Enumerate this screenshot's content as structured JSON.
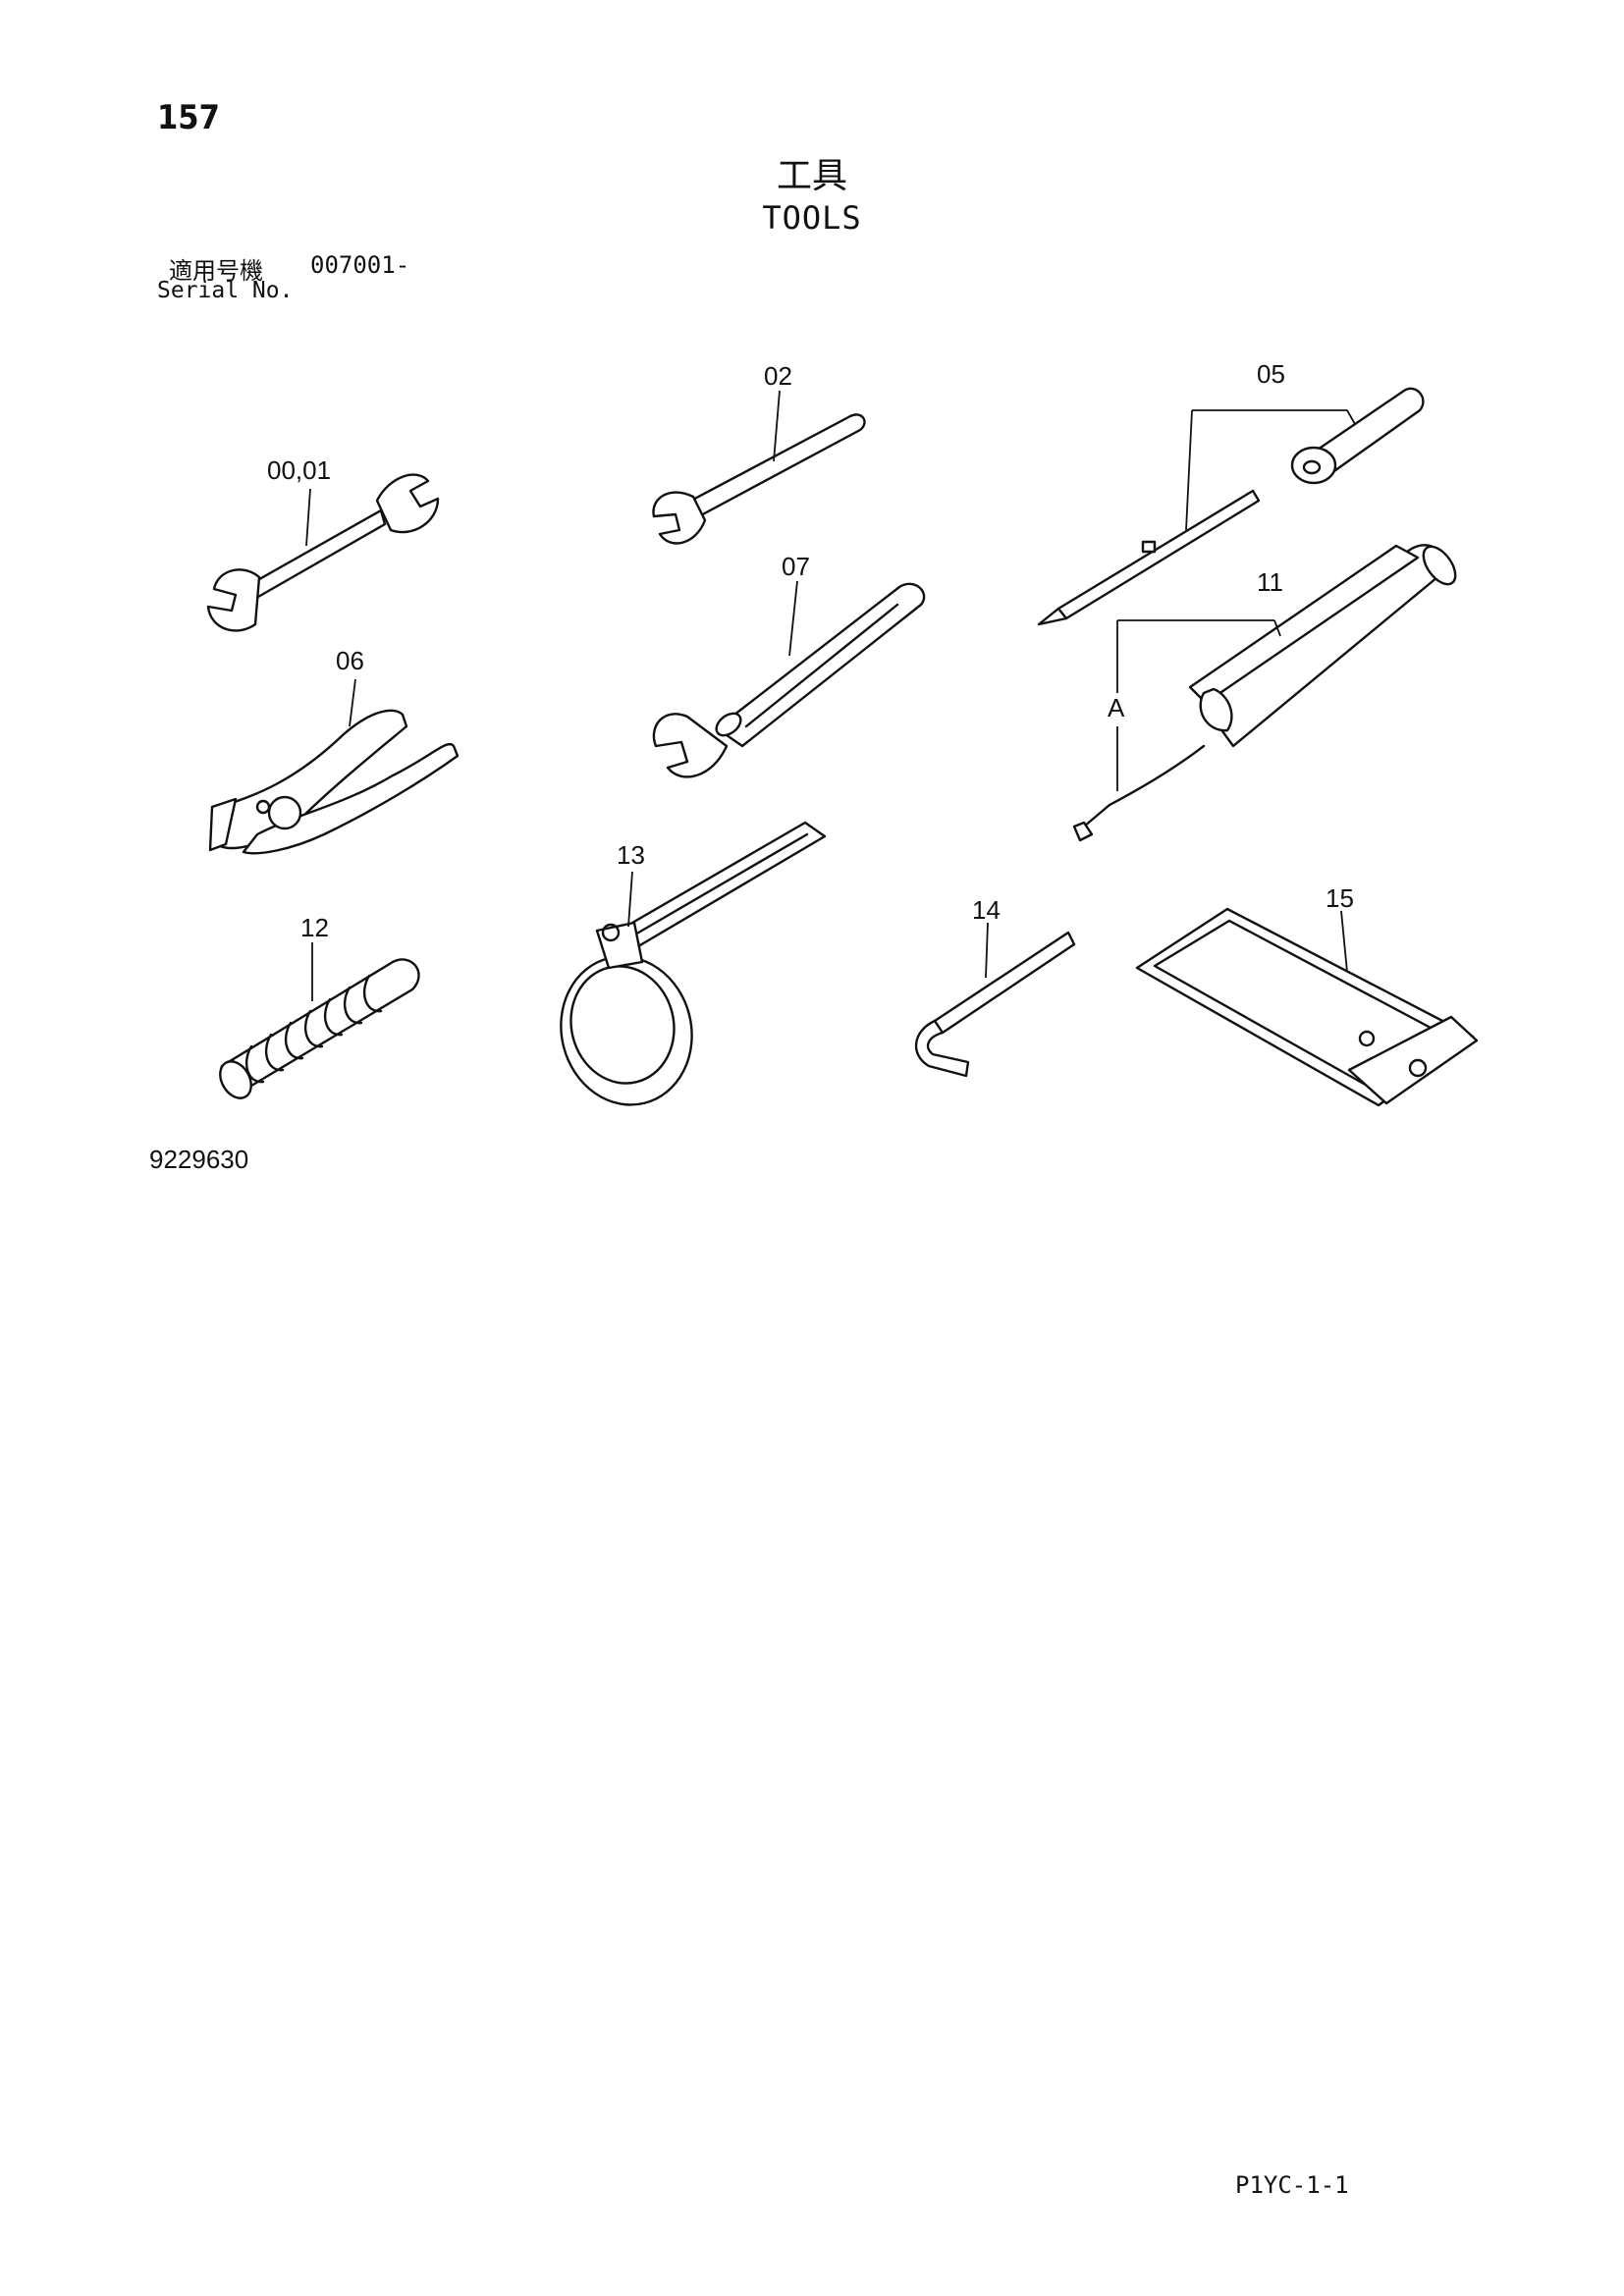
{
  "page": {
    "number": "157",
    "title_jp": "工具",
    "title_en": "TOOLS",
    "serial_label_jp": "適用号機",
    "serial_value": "007001-",
    "serial_label_en": "Serial No.",
    "figure_number": "9229630",
    "footer_code": "P1YC-1-1"
  },
  "callouts": {
    "c0001": "00,01",
    "c02": "02",
    "c05": "05",
    "c06": "06",
    "c07": "07",
    "c11": "11",
    "cA": "A",
    "c12": "12",
    "c13": "13",
    "c14": "14",
    "c15": "15"
  },
  "icons": [
    "open-end-wrench",
    "screwdriver",
    "pliers",
    "adjustable-wrench",
    "grease-gun",
    "spring-tool",
    "filter-wrench",
    "hex-key",
    "tool-bag"
  ]
}
